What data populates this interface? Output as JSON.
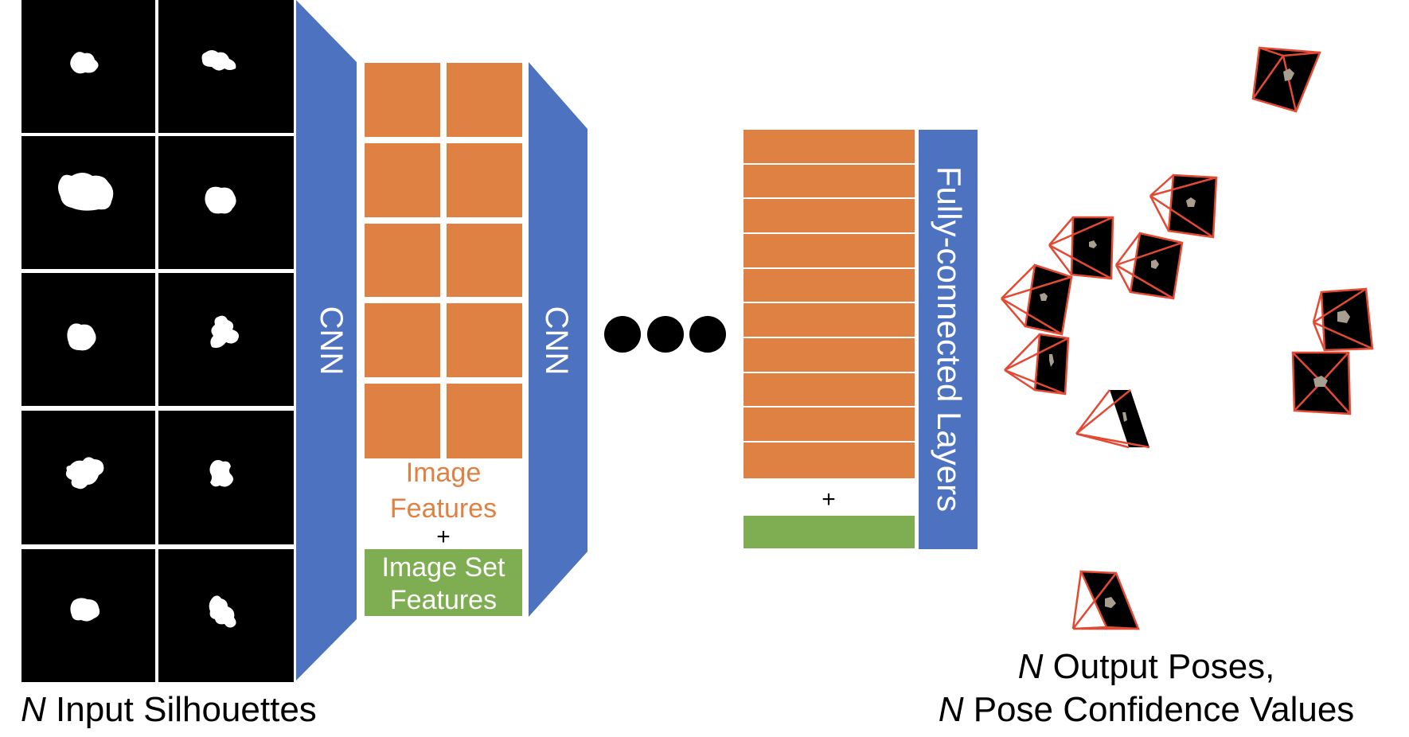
{
  "input": {
    "caption_n": "N",
    "caption_rest": " Input Silhouettes"
  },
  "cnn1_label": "CNN",
  "features": {
    "image_line1": "Image",
    "image_line2": "Features",
    "plus": "+",
    "set_line1": "Image Set",
    "set_line2": "Features"
  },
  "cnn2_label": "CNN",
  "fc": {
    "plus": "+",
    "label": "Fully-connected Layers"
  },
  "output": {
    "line1_n": "N",
    "line1_rest": " Output Poses,",
    "line2_n": "N",
    "line2_rest": " Pose Confidence Values"
  },
  "colors": {
    "cnn": "#4d72bf",
    "feature": "#e08144",
    "set_feature": "#7fad51",
    "feature_text": "#e08144",
    "camera": "#e34a33"
  }
}
